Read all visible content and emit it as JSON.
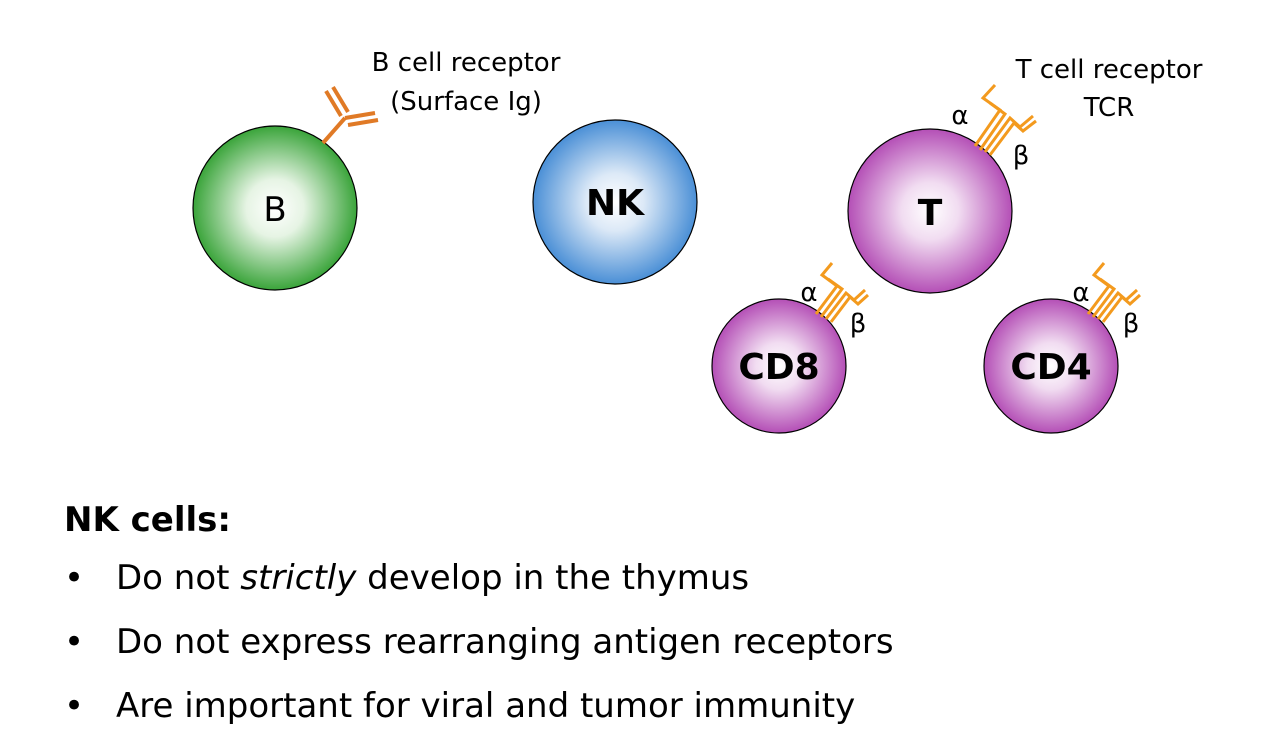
{
  "diagram": {
    "cells": {
      "b": {
        "label": "B",
        "color": "#3aa43a"
      },
      "nk": {
        "label": "NK",
        "color": "#4a8fd6"
      },
      "t": {
        "label": "T",
        "color": "#b44fb6"
      },
      "cd8": {
        "label": "CD8",
        "color": "#b44fb6"
      },
      "cd4": {
        "label": "CD4",
        "color": "#b44fb6"
      }
    },
    "receptors": {
      "bcr_line1": "B cell receptor",
      "bcr_line2": "(Surface Ig)",
      "tcr_line1": "T cell receptor",
      "tcr_line2": "TCR",
      "alpha": "α",
      "beta": "β",
      "receptor_color": "#f39a1e"
    }
  },
  "notes": {
    "title": "NK cells:",
    "bullet": "•",
    "items": [
      {
        "pre": "Do not ",
        "em": "strictly",
        "post": " develop in the thymus"
      },
      {
        "pre": "Do not express rearranging antigen receptors",
        "em": "",
        "post": ""
      },
      {
        "pre": "Are important for viral and tumor immunity",
        "em": "",
        "post": ""
      }
    ]
  }
}
